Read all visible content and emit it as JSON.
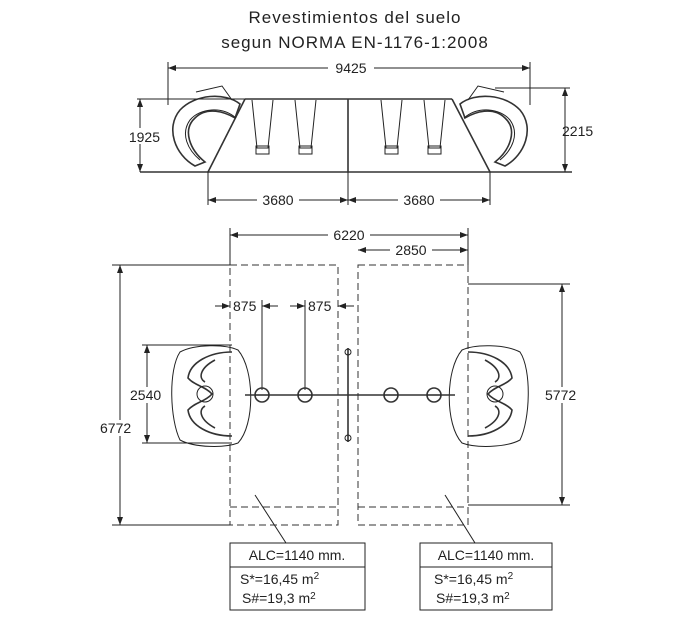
{
  "title": {
    "line1": "Revestimientos del suelo",
    "line2": "segun NORMA EN-1176-1:2008"
  },
  "elevation": {
    "total_width": "9425",
    "left_height": "1925",
    "right_height": "2215",
    "span_left": "3680",
    "span_right": "3680"
  },
  "plan": {
    "zone_width": "6220",
    "zone_half": "2850",
    "swing_offset_1": "875",
    "swing_offset_2": "875",
    "total_depth": "6772",
    "slide_width": "2540",
    "zone_depth": "5772"
  },
  "tables": [
    {
      "alc": "ALC=1140  mm.",
      "s_star": "S*=16,45  m",
      "s_hash": "S#=19,3  m",
      "unit_exp": "2"
    },
    {
      "alc": "ALC=1140  mm.",
      "s_star": "S*=16,45  m",
      "s_hash": "S#=19,3  m",
      "unit_exp": "2"
    }
  ]
}
